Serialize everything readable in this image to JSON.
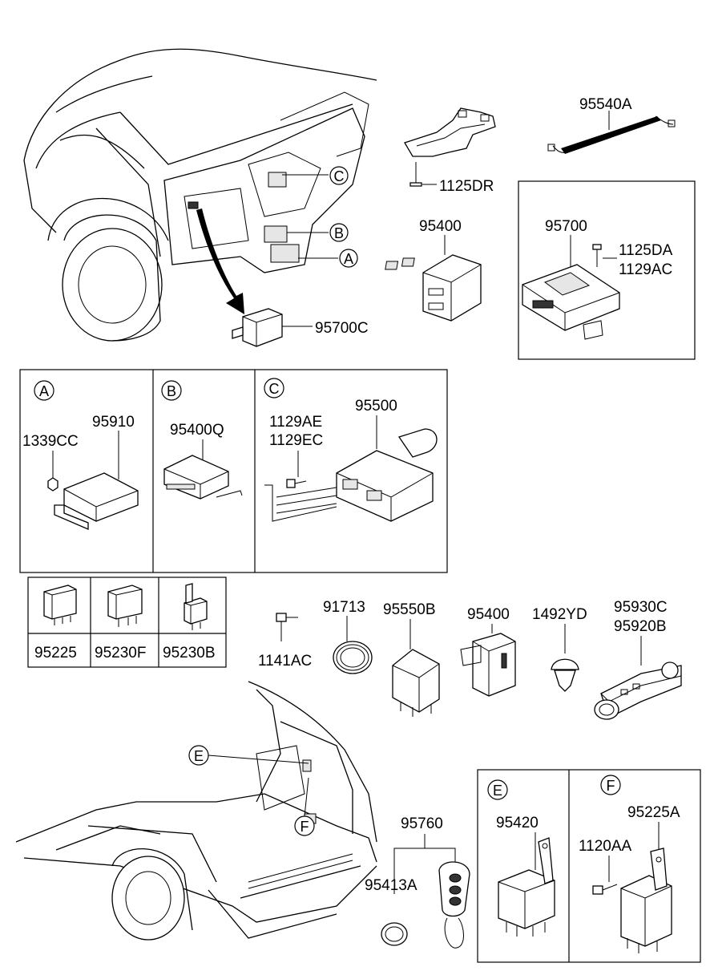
{
  "parts": {
    "p95540A": "95540A",
    "p1125DR": "1125DR",
    "p95400_top": "95400",
    "p95700": "95700",
    "p1125DA": "1125DA",
    "p1129AC": "1129AC",
    "p95700C": "95700C",
    "p1339CC": "1339CC",
    "p95910": "95910",
    "p95400Q": "95400Q",
    "p1129AE": "1129AE",
    "p1129EC": "1129EC",
    "p95500": "95500",
    "p95225": "95225",
    "p95230F": "95230F",
    "p95230B": "95230B",
    "p1141AC": "1141AC",
    "p91713": "91713",
    "p95550B": "95550B",
    "p95400_mid": "95400",
    "p1492YD": "1492YD",
    "p95930C": "95930C",
    "p95920B": "95920B",
    "p95760": "95760",
    "p95413A": "95413A",
    "p95420": "95420",
    "p1120AA": "1120AA",
    "p95225A": "95225A"
  },
  "callouts": {
    "A": "A",
    "B": "B",
    "C": "C",
    "E": "E",
    "F": "F"
  }
}
